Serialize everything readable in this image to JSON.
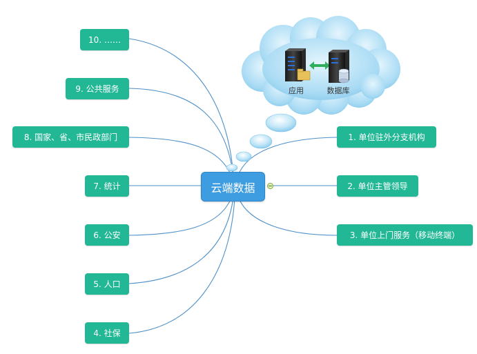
{
  "center": {
    "label": "云端数据"
  },
  "cloud": {
    "app_label": "应用",
    "db_label": "数据库"
  },
  "right_nodes": [
    {
      "label": "1. 单位驻外分支机构"
    },
    {
      "label": "2. 单位主管领导"
    },
    {
      "label": "3. 单位上门服务（移动终端）"
    }
  ],
  "left_nodes": [
    {
      "label": "10. ……"
    },
    {
      "label": "9. 公共服务"
    },
    {
      "label": "8. 国家、省、市民政部门"
    },
    {
      "label": "7. 统计"
    },
    {
      "label": "6. 公安"
    },
    {
      "label": "5. 人口"
    },
    {
      "label": "4. 社保"
    }
  ],
  "colors": {
    "node": "#22b795",
    "center": "#3d9de0",
    "connector": "#4d8fc9",
    "cloud": "#a6d9f3"
  }
}
